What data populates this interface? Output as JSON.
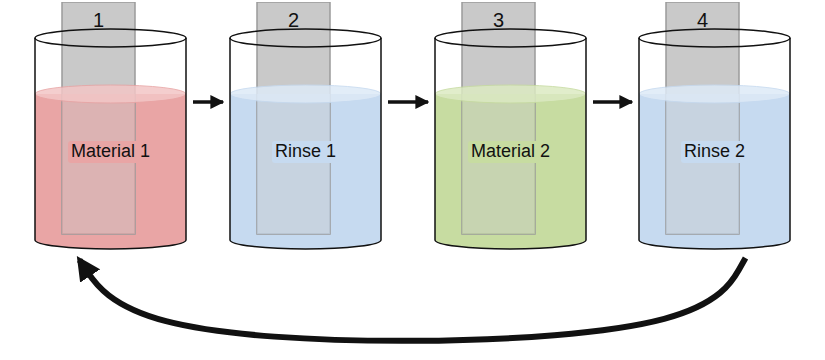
{
  "diagram": {
    "nodes": [
      {
        "text": [
          "1",
          "Material 1"
        ]
      },
      {
        "text": [
          "2",
          "Rinse 1"
        ]
      },
      {
        "text": [
          "3",
          "Material 2"
        ]
      },
      {
        "text": [
          "4",
          "Rinse 2"
        ]
      }
    ],
    "edges": [
      {
        "from": 0,
        "to": 1,
        "arrow": "to"
      },
      {
        "from": 1,
        "to": 2,
        "arrow": "to"
      },
      {
        "from": 2,
        "to": 3,
        "arrow": "to"
      },
      {
        "from": 3,
        "to": 0,
        "arrow": "to"
      }
    ]
  }
}
